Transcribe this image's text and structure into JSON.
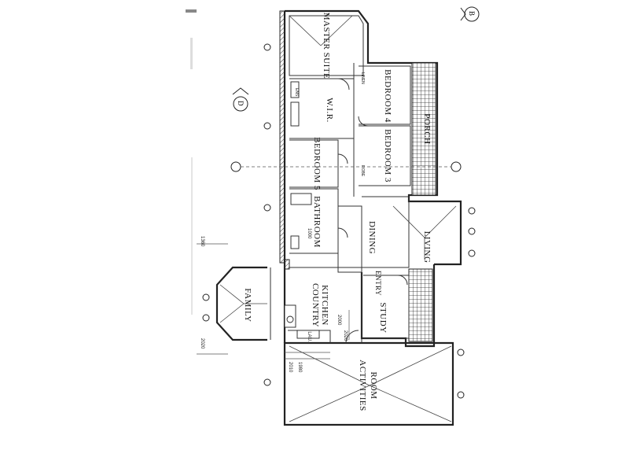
{
  "rooms": {
    "master_suite": "MASTER SUITE",
    "wir": "W.I.R.",
    "bedroom4": "BEDROOM 4",
    "bedroom3": "BEDROOM 3",
    "bedroom5": "BEDROOM 5",
    "bathroom": "BATHROOM",
    "porch": "PORCH",
    "dining": "DINING",
    "living": "LIVING",
    "entry": "ENTRY",
    "study": "STUDY",
    "country_kitchen_1": "COUNTRY",
    "country_kitchen_2": "KITCHEN",
    "family": "FAMILY",
    "activities_1": "ACTIVITIES",
    "activities_2": "ROOM",
    "lau": "LAU."
  },
  "markers": {
    "b": "B",
    "d": "D"
  },
  "dimensions": [
    "1980",
    "2010",
    "2020",
    "2000",
    "1000",
    "1360",
    "2020"
  ],
  "notes": {
    "linen": "LINEN",
    "robe": "ROBE",
    "ens": "ENS"
  }
}
